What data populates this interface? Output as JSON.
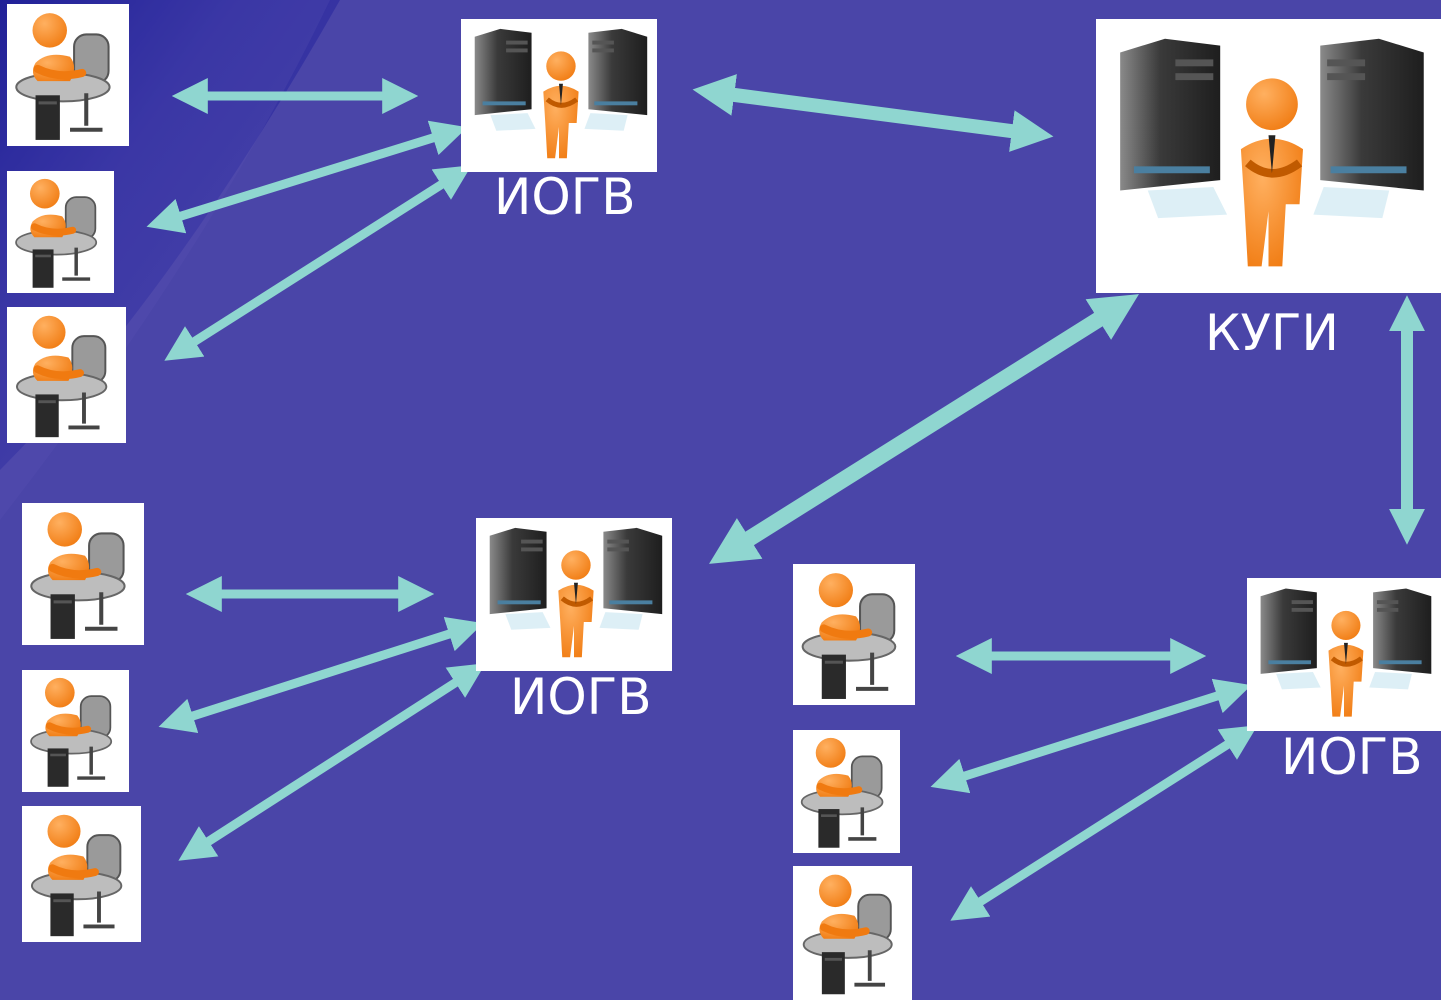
{
  "colors": {
    "background": "#4a45a8",
    "background_dark": "#070b8c",
    "arrow": "#8fd6d0",
    "person": "#f07a10",
    "server": "#3a3a3a"
  },
  "labels": {
    "iogv_top": "ИОГВ",
    "kugi": "КУГИ",
    "iogv_bottom_left": "ИОГВ",
    "iogv_bottom_right": "ИОГВ"
  },
  "nodes": {
    "servers": [
      "server-iogv-top",
      "server-kugi",
      "server-iogv-bottom-left",
      "server-iogv-bottom-right"
    ],
    "workstations": [
      "workstation-1",
      "workstation-2",
      "workstation-3",
      "workstation-4",
      "workstation-5",
      "workstation-6",
      "workstation-7",
      "workstation-8",
      "workstation-9"
    ]
  },
  "icons": {
    "server": "server-admin-icon",
    "workstation": "user-workstation-icon"
  }
}
